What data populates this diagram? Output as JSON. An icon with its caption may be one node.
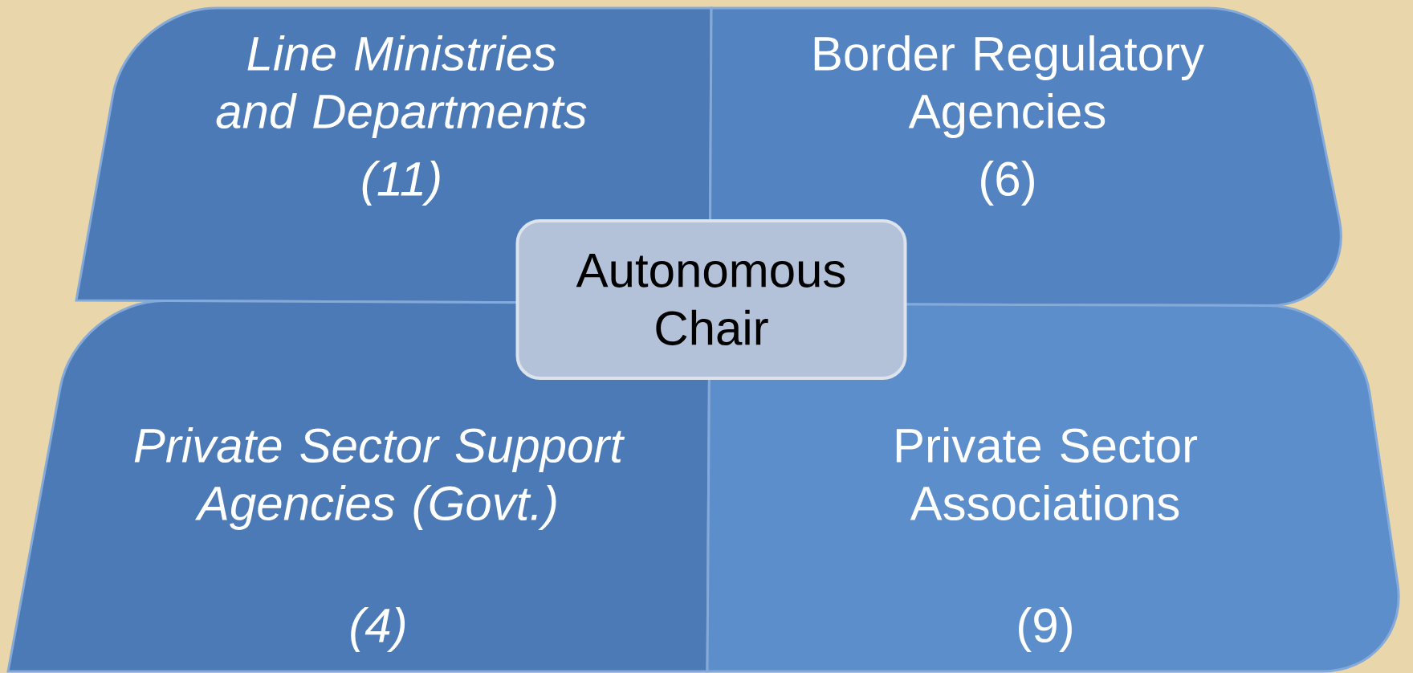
{
  "diagram": {
    "nodes": [
      {
        "text": [
          "Line Ministries and Departments",
          "(11)"
        ]
      },
      {
        "text": [
          "Border Regulatory Agencies",
          "(6)"
        ]
      },
      {
        "text": [
          "Private Sector Support Agencies (Govt.)",
          "(4)"
        ]
      },
      {
        "text": [
          "Private Sector Associations",
          "(9)"
        ]
      },
      {
        "text": [
          "Autonomous Chair"
        ]
      }
    ]
  }
}
